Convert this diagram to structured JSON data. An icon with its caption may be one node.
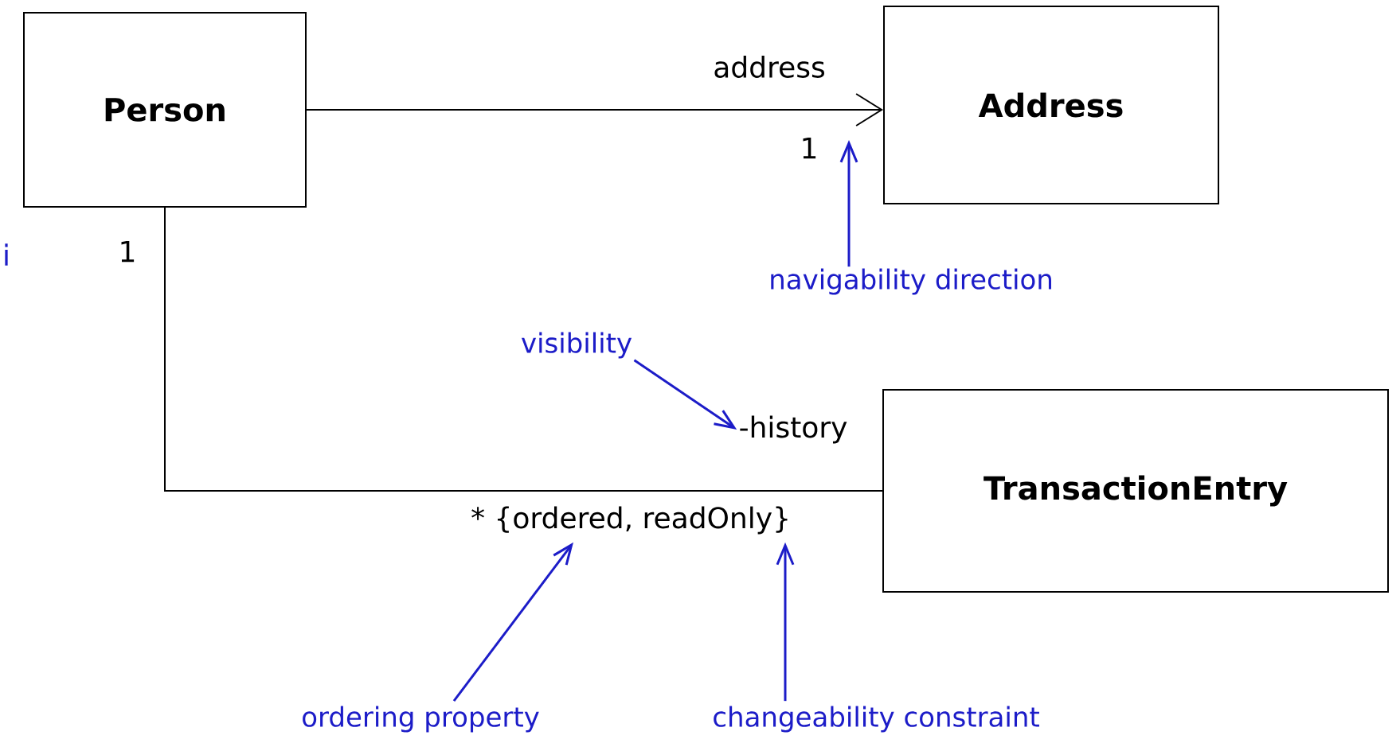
{
  "diagram": {
    "nodes": [
      {
        "text": [
          "Person"
        ]
      },
      {
        "text": [
          "Address"
        ]
      },
      {
        "text": [
          "TransactionEntry"
        ]
      },
      {
        "text": [
          "navigability direction"
        ]
      },
      {
        "text": [
          "visibility"
        ]
      },
      {
        "text": [
          "-history"
        ]
      },
      {
        "text": [
          "* {ordered, readOnly}"
        ]
      },
      {
        "text": [
          "ordering property"
        ]
      },
      {
        "text": [
          "changeability constraint"
        ]
      }
    ],
    "edges": [
      {
        "from": 0,
        "to": 1,
        "arrow": "to",
        "label": "address",
        "color": "#000000"
      },
      {
        "from": 0,
        "to": 2,
        "arrow": "none",
        "color": "#000000"
      },
      {
        "from": 3,
        "to": null,
        "arrow": "to",
        "color": "#1c1cc8"
      },
      {
        "from": 4,
        "to": 5,
        "arrow": "to",
        "color": "#1c1cc8"
      },
      {
        "from": 7,
        "to": 6,
        "arrow": "to",
        "color": "#1c1cc8"
      },
      {
        "from": 8,
        "to": 6,
        "arrow": "to",
        "color": "#1c1cc8"
      }
    ],
    "labels": [
      "1",
      "i",
      "1"
    ]
  }
}
